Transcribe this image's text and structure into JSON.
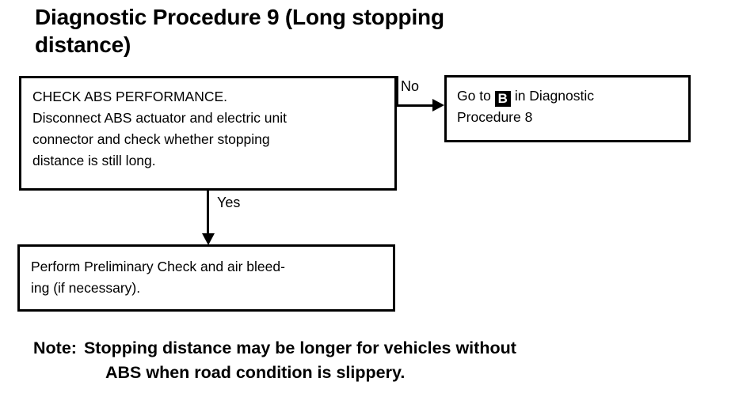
{
  "page": {
    "title": "Diagnostic Procedure 9 (Long stopping\ndistance)"
  },
  "flowchart": {
    "nodes": [
      {
        "id": "check-abs-performance",
        "text": "CHECK ABS PERFORMANCE.\nDisconnect ABS actuator and electric unit\nconnector and check whether stopping\ndistance is still long."
      },
      {
        "id": "go-to-b",
        "text_before_badge": "Go to",
        "badge": "B",
        "text_after_badge": "in Diagnostic\nProcedure 8"
      },
      {
        "id": "perform-preliminary-check",
        "text": "Perform Preliminary Check and air bleed-\ning (if necessary)."
      }
    ],
    "branches": [
      {
        "id": "no-branch",
        "label": "No"
      },
      {
        "id": "yes-branch",
        "label": "Yes"
      }
    ]
  },
  "note": {
    "label": "Note:",
    "line1": "Stopping distance may be longer for vehicles without",
    "line2": "ABS when road condition is slippery."
  },
  "colors": {
    "ink": "#000000",
    "paper": "#ffffff"
  }
}
